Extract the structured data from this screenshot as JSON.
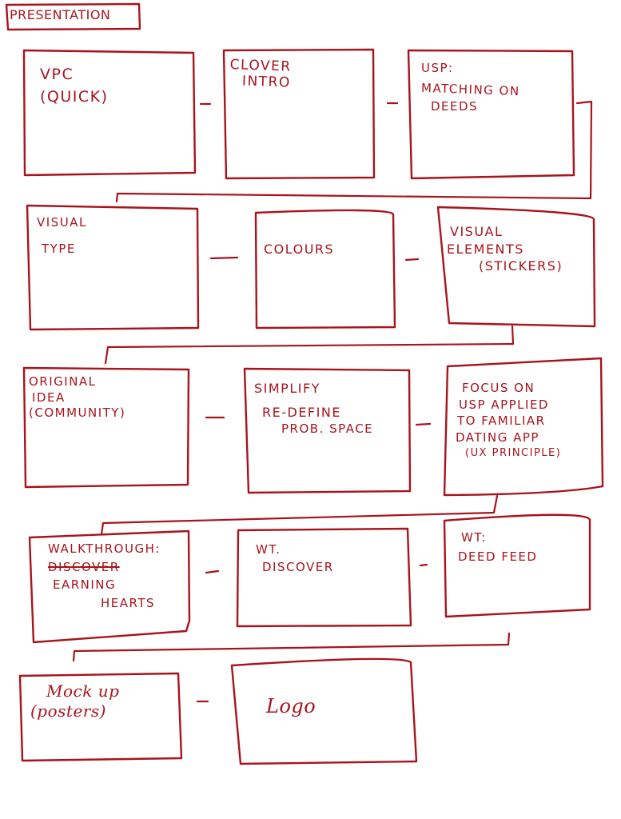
{
  "title": "PRESENTATION",
  "slides": {
    "vpc": {
      "line1": "VPC",
      "line2": "(QUICK)"
    },
    "clover_intro": {
      "line1": "CLOVER",
      "line2": "INTRO"
    },
    "usp": {
      "line1": "USP:",
      "line2": "MATCHING ON",
      "line3": "DEEDS"
    },
    "visual_type": {
      "line1": "VISUAL",
      "line2": "TYPE"
    },
    "colours": {
      "line1": "COLOURS"
    },
    "visual_elements": {
      "line1": "VISUAL",
      "line2": "ELEMENTS",
      "line3": "(STICKERS)"
    },
    "original_idea": {
      "line1": "ORIGINAL",
      "line2": "IDEA",
      "line3": "(COMMUNITY)"
    },
    "simplify": {
      "line1": "SIMPLIFY",
      "line2": "RE-DEFINE",
      "line3": "PROB. SPACE"
    },
    "focus_usp": {
      "line1": "FOCUS ON",
      "line2": "USP APPLIED",
      "line3": "TO FAMILIAR",
      "line4": "DATING APP",
      "line5": "(UX PRINCIPLE)"
    },
    "walkthrough": {
      "line1": "WALKTHROUGH:",
      "line2_struck": "DISCOVER",
      "line3": "EARNING",
      "line4": "HEARTS"
    },
    "wt_discover": {
      "line1": "WT.",
      "line2": "DISCOVER"
    },
    "wt_deed_feed": {
      "line1": "WT:",
      "line2": "DEED FEED"
    },
    "mockup": {
      "line1": "Mock up",
      "line2": "(posters)"
    },
    "logo": {
      "line1": "Logo"
    }
  },
  "colors": {
    "ink": "#a8141c",
    "paper": "#ffffff"
  }
}
